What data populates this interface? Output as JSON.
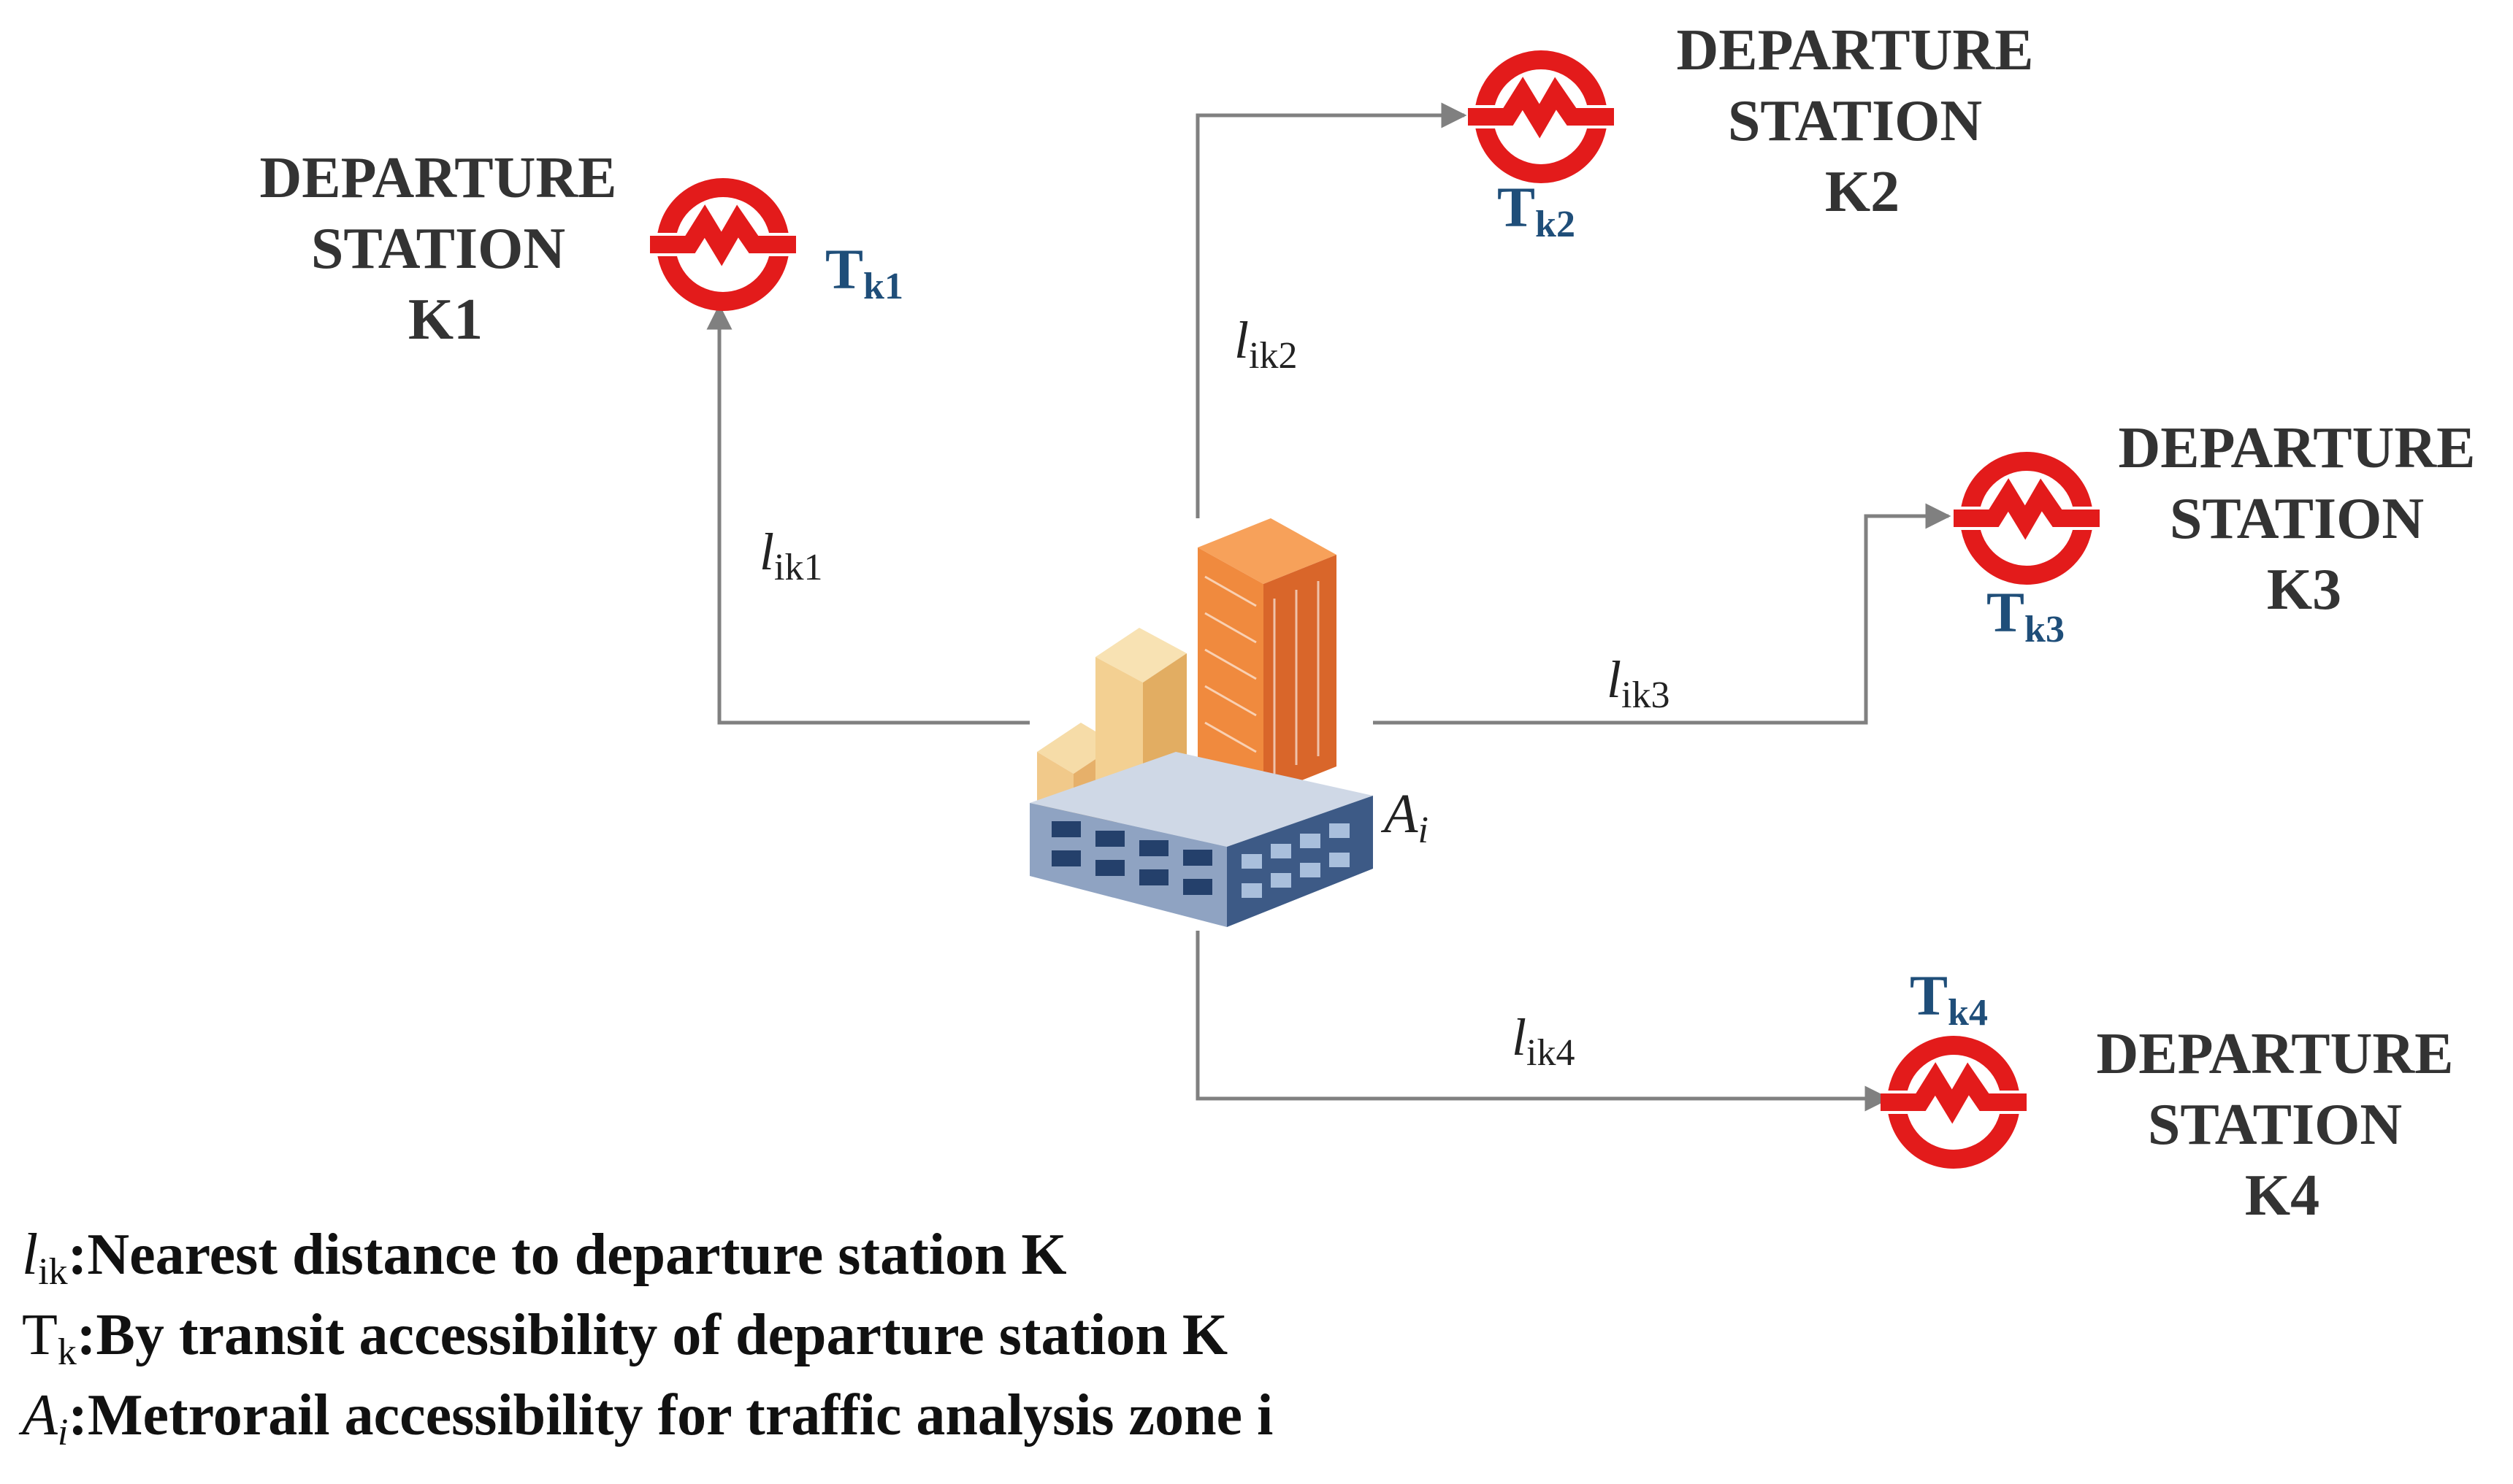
{
  "stations": [
    {
      "id": "k1",
      "title": [
        "DEPARTURE",
        "STATION",
        "K1"
      ],
      "t_label": "T",
      "t_sub": "k1",
      "l_label": "l",
      "l_sub": "ik1"
    },
    {
      "id": "k2",
      "title": [
        "DEPARTURE",
        "STATION",
        "K2"
      ],
      "t_label": "T",
      "t_sub": "k2",
      "l_label": "l",
      "l_sub": "ik2"
    },
    {
      "id": "k3",
      "title": [
        "DEPARTURE",
        "STATION",
        "K3"
      ],
      "t_label": "T",
      "t_sub": "k3",
      "l_label": "l",
      "l_sub": "ik3"
    },
    {
      "id": "k4",
      "title": [
        "DEPARTURE",
        "STATION",
        "K4"
      ],
      "t_label": "T",
      "t_sub": "k4",
      "l_label": "l",
      "l_sub": "ik4"
    }
  ],
  "zone": {
    "label": "A",
    "sub": "i"
  },
  "legend": [
    {
      "sym": "l",
      "sub": "ik",
      "text": ":Nearest distance to departure station K"
    },
    {
      "sym": "T",
      "sub": "k",
      "text": ":By transit accessibility of departure station K"
    },
    {
      "sym": "A",
      "sub": "i",
      "text": ":Metrorail accessibility for traffic analysis zone i"
    }
  ],
  "colors": {
    "metro_logo": "#e31b1b",
    "arrow": "#808080",
    "t_label": "#1f4e79"
  },
  "icons": {
    "station": "metro-logo-icon",
    "zone": "city-buildings-icon"
  }
}
